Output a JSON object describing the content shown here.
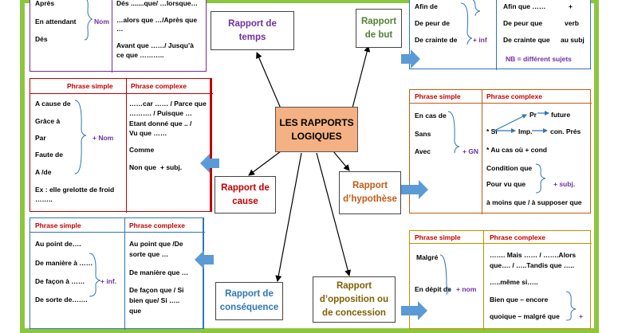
{
  "center": {
    "line1": "LES RAPPORTS",
    "line2": "LOGIQUES"
  },
  "nodes": {
    "temps": {
      "line1": "Rapport de",
      "line2": "temps"
    },
    "but": {
      "line1": "Rapport",
      "line2": "de but"
    },
    "cause": {
      "line1": "Rapport de",
      "line2": "cause"
    },
    "hypothese": {
      "line1": "Rapport",
      "line2": "d’hypothèse"
    },
    "consequence": {
      "line1": "Rapport de",
      "line2": "conséquence"
    },
    "opposition": {
      "line1": "Rapport",
      "line2": "d’opposition ou",
      "line3": "de concession"
    }
  },
  "temps_table": {
    "left": [
      "Après",
      "En attendant",
      "Dés"
    ],
    "left_tag": "Nom",
    "right": [
      "Dés .......que/ …lorsque…",
      "…alors que …/Après que",
      "…",
      "Avant que ……/ Jusqu’à",
      "ce que ……….."
    ]
  },
  "but_table": {
    "left": [
      "Afin de",
      "De peur de",
      "De crainte de"
    ],
    "left_tag": "+ inf",
    "right": [
      "Afin que ……",
      "De peur que",
      "De crainte que"
    ],
    "right_tags": [
      "+",
      "verb",
      "au subj"
    ],
    "note": "NB = différent sujets"
  },
  "cause_table": {
    "head_left": "Phrase simple",
    "head_right": "Phrase complexe",
    "left": [
      "A cause de",
      "Grâce à",
      "Par",
      "Faute de",
      "A /de"
    ],
    "left_tag": "+ Nom",
    "example": "Ex : elle grelotte de froid",
    "example_dots": "……..",
    "right": [
      "……car …… / Parce que",
      "………. / Puisque …",
      "Etant donné que .. /",
      "Vu que ……",
      "Comme",
      "Non que"
    ],
    "right_tag": "+ subj."
  },
  "hypothese_table": {
    "head_left": "Phrase simple",
    "head_right": "Phrase complexe",
    "left": [
      "En cas de",
      "Sans",
      "Avec"
    ],
    "left_tag": "+ GN",
    "si": "* Si",
    "pr": "Pr",
    "futur": "future",
    "imp": "Imp.",
    "con": "con. Prés",
    "au_cas": "* Au cas où + cond",
    "cond": [
      "Condition que",
      "Pour vu que"
    ],
    "cond_tag": "+ subj.",
    "moins": "à moins que / à supposer que"
  },
  "consequence_table": {
    "head_left": "Phrase simple",
    "head_right": "Phrase complexe",
    "left": [
      "Au point de….",
      "De manière à ……",
      "De façon à ……",
      "De sorte de……."
    ],
    "left_tag": "+ inf.",
    "right": [
      "Au point que /De",
      "sorte que …",
      "De manière que …",
      "De façon que / Si",
      "bien que/ Si …..",
      "que"
    ]
  },
  "opposition_table": {
    "head_left": "Phrase simple",
    "head_right": "Phrase complexe",
    "left": [
      "Malgré",
      "En dépit de"
    ],
    "left_tag": "+ nom",
    "right": [
      "……. Mais …… / …….Alors",
      "que…. / …..Tandis que …..",
      "…..même si…..",
      "Bien que – encore",
      "quoique – malgré  que"
    ],
    "right_tag": "+"
  },
  "colors": {
    "frame": "#8cc63f",
    "temps_border": "#7030a0",
    "cause_border": "#c00000",
    "hyp_border": "#c55a11",
    "cons_border": "#2e75b6",
    "opp_border": "#bf9000",
    "arrow_blue": "#5b9bd5",
    "center_fill": "#f4b183"
  }
}
